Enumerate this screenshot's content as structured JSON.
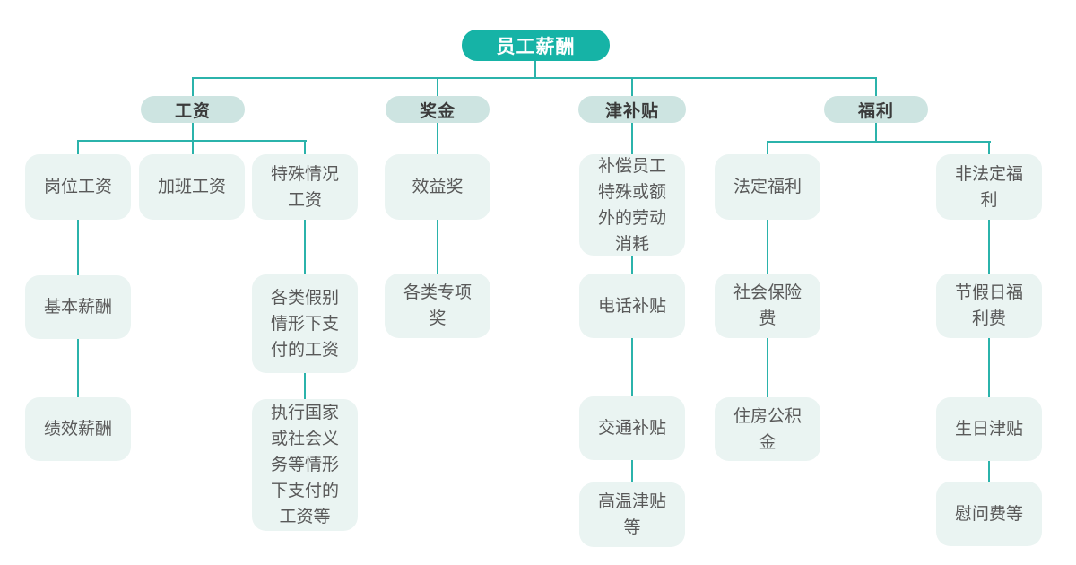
{
  "colors": {
    "background": "#ffffff",
    "root_fill": "#16b3a6",
    "root_text": "#ffffff",
    "branch_fill": "#cde4e1",
    "branch_text": "#3b3b3b",
    "leaf_fill": "#eaf4f2",
    "leaf_text": "#595959",
    "connector": "#2bb3ab"
  },
  "root": {
    "label": "员工薪酬"
  },
  "branches": [
    {
      "label": "工资",
      "children": [
        {
          "label": "岗位工资",
          "chain": [
            "基本薪酬",
            "绩效薪酬"
          ]
        },
        {
          "label": "加班工资",
          "chain": []
        },
        {
          "label": "特殊情况工资",
          "chain": [
            "各类假别情形下支付的工资",
            "执行国家或社会义务等情形下支付的工资等"
          ]
        }
      ]
    },
    {
      "label": "奖金",
      "children": [
        {
          "label": "效益奖",
          "chain": [
            "各类专项奖"
          ]
        }
      ]
    },
    {
      "label": "津补贴",
      "children": [
        {
          "label": "补偿员工特殊或额外的劳动消耗",
          "chain": [
            "电话补贴",
            "交通补贴",
            "高温津贴等"
          ]
        }
      ]
    },
    {
      "label": "福利",
      "children": [
        {
          "label": "法定福利",
          "chain": [
            "社会保险费",
            "住房公积金"
          ]
        },
        {
          "label": "非法定福利",
          "chain": [
            "节假日福利费",
            "生日津贴",
            "慰问费等"
          ]
        }
      ]
    }
  ]
}
